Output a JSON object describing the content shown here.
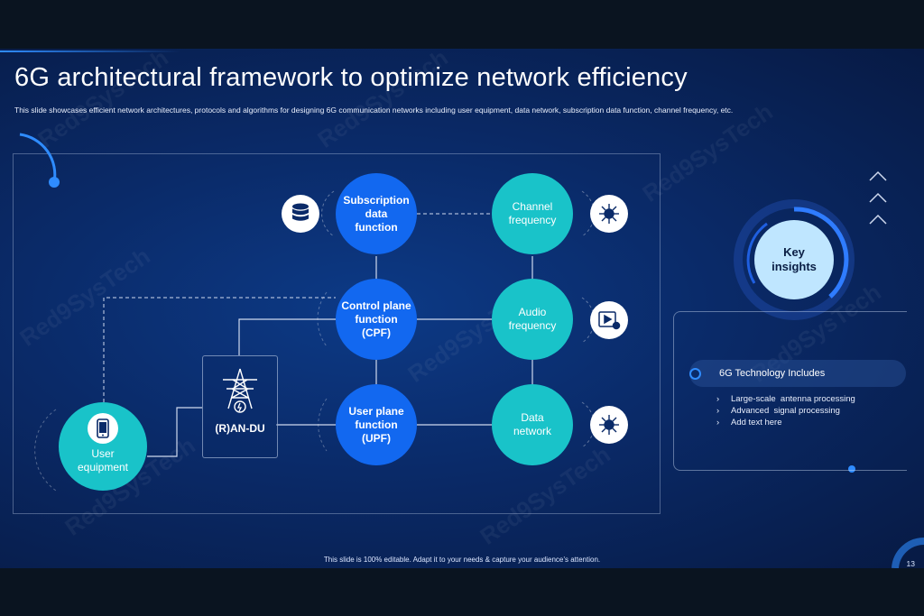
{
  "slide": {
    "title": "6G architectural framework to optimize network efficiency",
    "subtitle": "This slide showcases efficient network architectures, protocols and algorithms for designing 6G communication networks including user equipment, data network, subscription data function, channel frequency, etc.",
    "footer": "This slide is 100% editable. Adapt it to your needs & capture your audience’s attention.",
    "page_number": "13",
    "watermark": "Red9SysTech"
  },
  "nodes": {
    "subscription": {
      "line1": "Subscription",
      "line2": "data",
      "line3": "function"
    },
    "channel": {
      "line1": "Channel",
      "line2": "frequency"
    },
    "control": {
      "line1": "Control plane",
      "line2": "function",
      "line3": "(CPF)"
    },
    "audio": {
      "line1": "Audio",
      "line2": "frequency"
    },
    "userplane": {
      "line1": "User plane",
      "line2": "function",
      "line3": "(UPF)"
    },
    "datanet": {
      "line1": "Data",
      "line2": "network"
    },
    "user_equipment": {
      "line1": "User",
      "line2": "equipment"
    },
    "ran": {
      "label": "(R)AN-DU"
    }
  },
  "icons": {
    "subscription": "database-icon",
    "channel": "network-hub-icon",
    "audio": "video-audio-icon",
    "datanet": "network-hub-icon",
    "user_equipment": "mobile-phone-icon",
    "ran": "transmission-tower-icon"
  },
  "insights": {
    "key_line1": "Key",
    "key_line2": "insights",
    "heading": "6G Technology Includes",
    "items": [
      "Large-scale  antenna processing",
      "Advanced  signal processing",
      "Add text here"
    ]
  },
  "colors": {
    "blue_node": "#1268f0",
    "teal_node": "#19c3c9",
    "background": "#0a2a68",
    "key_fill": "#bfe6ff"
  }
}
